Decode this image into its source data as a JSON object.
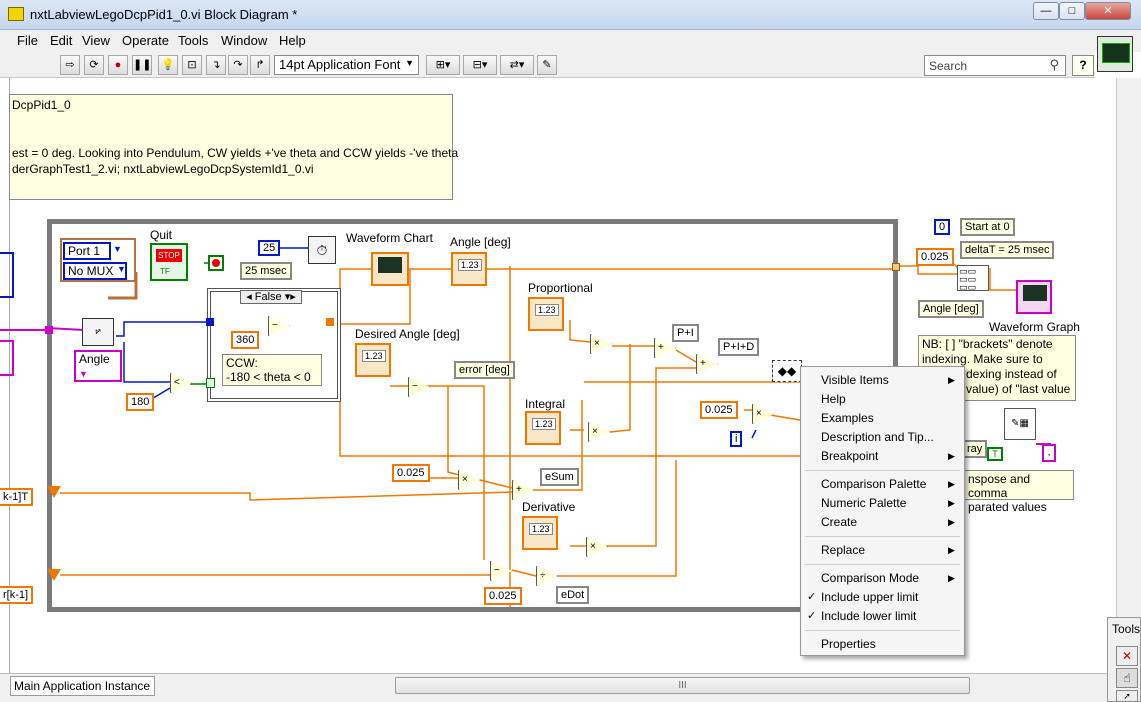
{
  "window": {
    "title": "nxtLabviewLegoDcpPid1_0.vi Block Diagram *",
    "controls": {
      "minimize": "—",
      "maximize": "□",
      "close": "✕"
    }
  },
  "menu": [
    "File",
    "Edit",
    "View",
    "Operate",
    "Tools",
    "Window",
    "Help"
  ],
  "toolbar": {
    "font": "14pt Application Font",
    "search_placeholder": "Search",
    "help": "?"
  },
  "comment": {
    "line1": "DcpPid1_0",
    "line2": "est = 0 deg.  Looking into Pendulum, CW yields +'ve theta and CCW yields -'ve theta",
    "line3": "derGraphTest1_2.vi; nxtLabviewLegoDcpSystemId1_0.vi"
  },
  "diagram": {
    "port": "Port 1",
    "mux": "No MUX",
    "angle_select": "Angle",
    "quit_label": "Quit",
    "stop_label": "STOP",
    "tf_label": "TF",
    "c_25": "25",
    "msec_label": "25 msec",
    "waveform_chart": "Waveform Chart",
    "angle_deg": "Angle [deg]",
    "case_selector": "False",
    "c_360": "360",
    "c_180": "180",
    "ccw_line1": "CCW:",
    "ccw_line2": "-180 < theta < 0",
    "desired_angle": "Desired Angle [deg]",
    "error_deg": "error [deg]",
    "proportional": "Proportional",
    "integral": "Integral",
    "derivative": "Derivative",
    "p_i": "P+I",
    "p_i_d": "P+I+D",
    "c_0025_a": "0.025",
    "c_0025_b": "0.025",
    "c_0025_c": "0.025",
    "c_0025_d": "0.025",
    "esum": "eSum",
    "edot": "eDot",
    "i_terminal": "i",
    "shift_left_1": "k-1]T",
    "shift_left_2": "r[k-1]",
    "c_0": "0",
    "start_at_0": "Start at 0",
    "deltat": "deltaT = 25 msec",
    "angle_deg_bundle": "Angle [deg]",
    "waveform_graph": "Waveform Graph",
    "nb_line1": "NB: [ ] \"brackets\" denote",
    "nb_line2": "indexing.  Make sure to",
    "nb_line3": "dexing instead of",
    "nb_line4": "value) of \"last value",
    "array_label": "ray",
    "transpose_line1": "nspose and comma",
    "transpose_line2": "parated values"
  },
  "context_menu": {
    "items": [
      {
        "label": "Visible Items",
        "submenu": true
      },
      {
        "label": "Help",
        "submenu": false
      },
      {
        "label": "Examples",
        "submenu": false
      },
      {
        "label": "Description and Tip...",
        "submenu": false
      },
      {
        "label": "Breakpoint",
        "submenu": true
      },
      {
        "label": "Comparison Palette",
        "submenu": true
      },
      {
        "label": "Numeric Palette",
        "submenu": true
      },
      {
        "label": "Create",
        "submenu": true
      },
      {
        "label": "Replace",
        "submenu": true
      },
      {
        "label": "Comparison Mode",
        "submenu": true
      },
      {
        "label": "Include upper limit",
        "checked": true
      },
      {
        "label": "Include lower limit",
        "checked": true
      },
      {
        "label": "Properties",
        "submenu": false
      }
    ]
  },
  "statusbar": {
    "instance": "Main Application Instance",
    "scroll_grip": "III"
  },
  "tools_palette": {
    "title": "Tools"
  },
  "colors": {
    "numeric_wire": "#f07800",
    "integer_wire": "#0018c8",
    "loop_frame": "#7a7a7a",
    "comment_bg": "#ffffe1"
  }
}
